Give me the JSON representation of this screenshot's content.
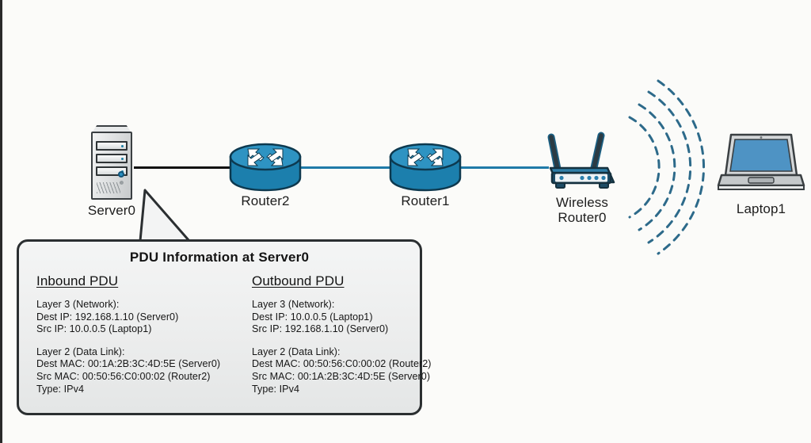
{
  "diagram": {
    "background_color": "#fbfbf9",
    "link_colors": {
      "copper": "#111111",
      "ethernet": "#1f7aa8"
    },
    "nodes": [
      {
        "id": "server0",
        "label": "Server0",
        "type": "server-icon"
      },
      {
        "id": "router2",
        "label": "Router2",
        "type": "router-icon"
      },
      {
        "id": "router1",
        "label": "Router1",
        "type": "router-icon"
      },
      {
        "id": "wrouter0",
        "label": "Wireless\nRouter0",
        "type": "wireless-router-icon"
      },
      {
        "id": "laptop1",
        "label": "Laptop1",
        "type": "laptop-icon"
      }
    ],
    "links": [
      {
        "from": "server0",
        "to": "router2",
        "style": "copper"
      },
      {
        "from": "router2",
        "to": "router1",
        "style": "ethernet"
      },
      {
        "from": "router1",
        "to": "wrouter0",
        "style": "ethernet"
      },
      {
        "from": "wrouter0",
        "to": "laptop1",
        "style": "wireless"
      }
    ]
  },
  "callout": {
    "title": "PDU Information at Server0",
    "columns": [
      {
        "heading": "Inbound PDU",
        "groups": [
          {
            "lines": [
              "Layer 3 (Network):",
              "Dest IP: 192.168.1.10 (Server0)",
              "Src IP: 10.0.0.5 (Laptop1)"
            ]
          },
          {
            "lines": [
              "Layer 2 (Data Link):",
              "Dest MAC: 00:1A:2B:3C:4D:5E (Server0)",
              "Src MAC: 00:50:56:C0:00:02 (Router2)",
              "Type: IPv4"
            ]
          }
        ]
      },
      {
        "heading": "Outbound PDU",
        "groups": [
          {
            "lines": [
              "Layer 3 (Network):",
              "Dest IP: 10.0.0.5 (Laptop1)",
              "Src IP: 192.168.1.10 (Server0)"
            ]
          },
          {
            "lines": [
              "Layer 2 (Data Link):",
              "Dest MAC: 00:50:56:C0:00:02 (Router2)",
              "Src MAC: 00:1A:2B:3C:4D:5E (Server0)",
              "Type: IPv4"
            ]
          }
        ]
      }
    ]
  }
}
